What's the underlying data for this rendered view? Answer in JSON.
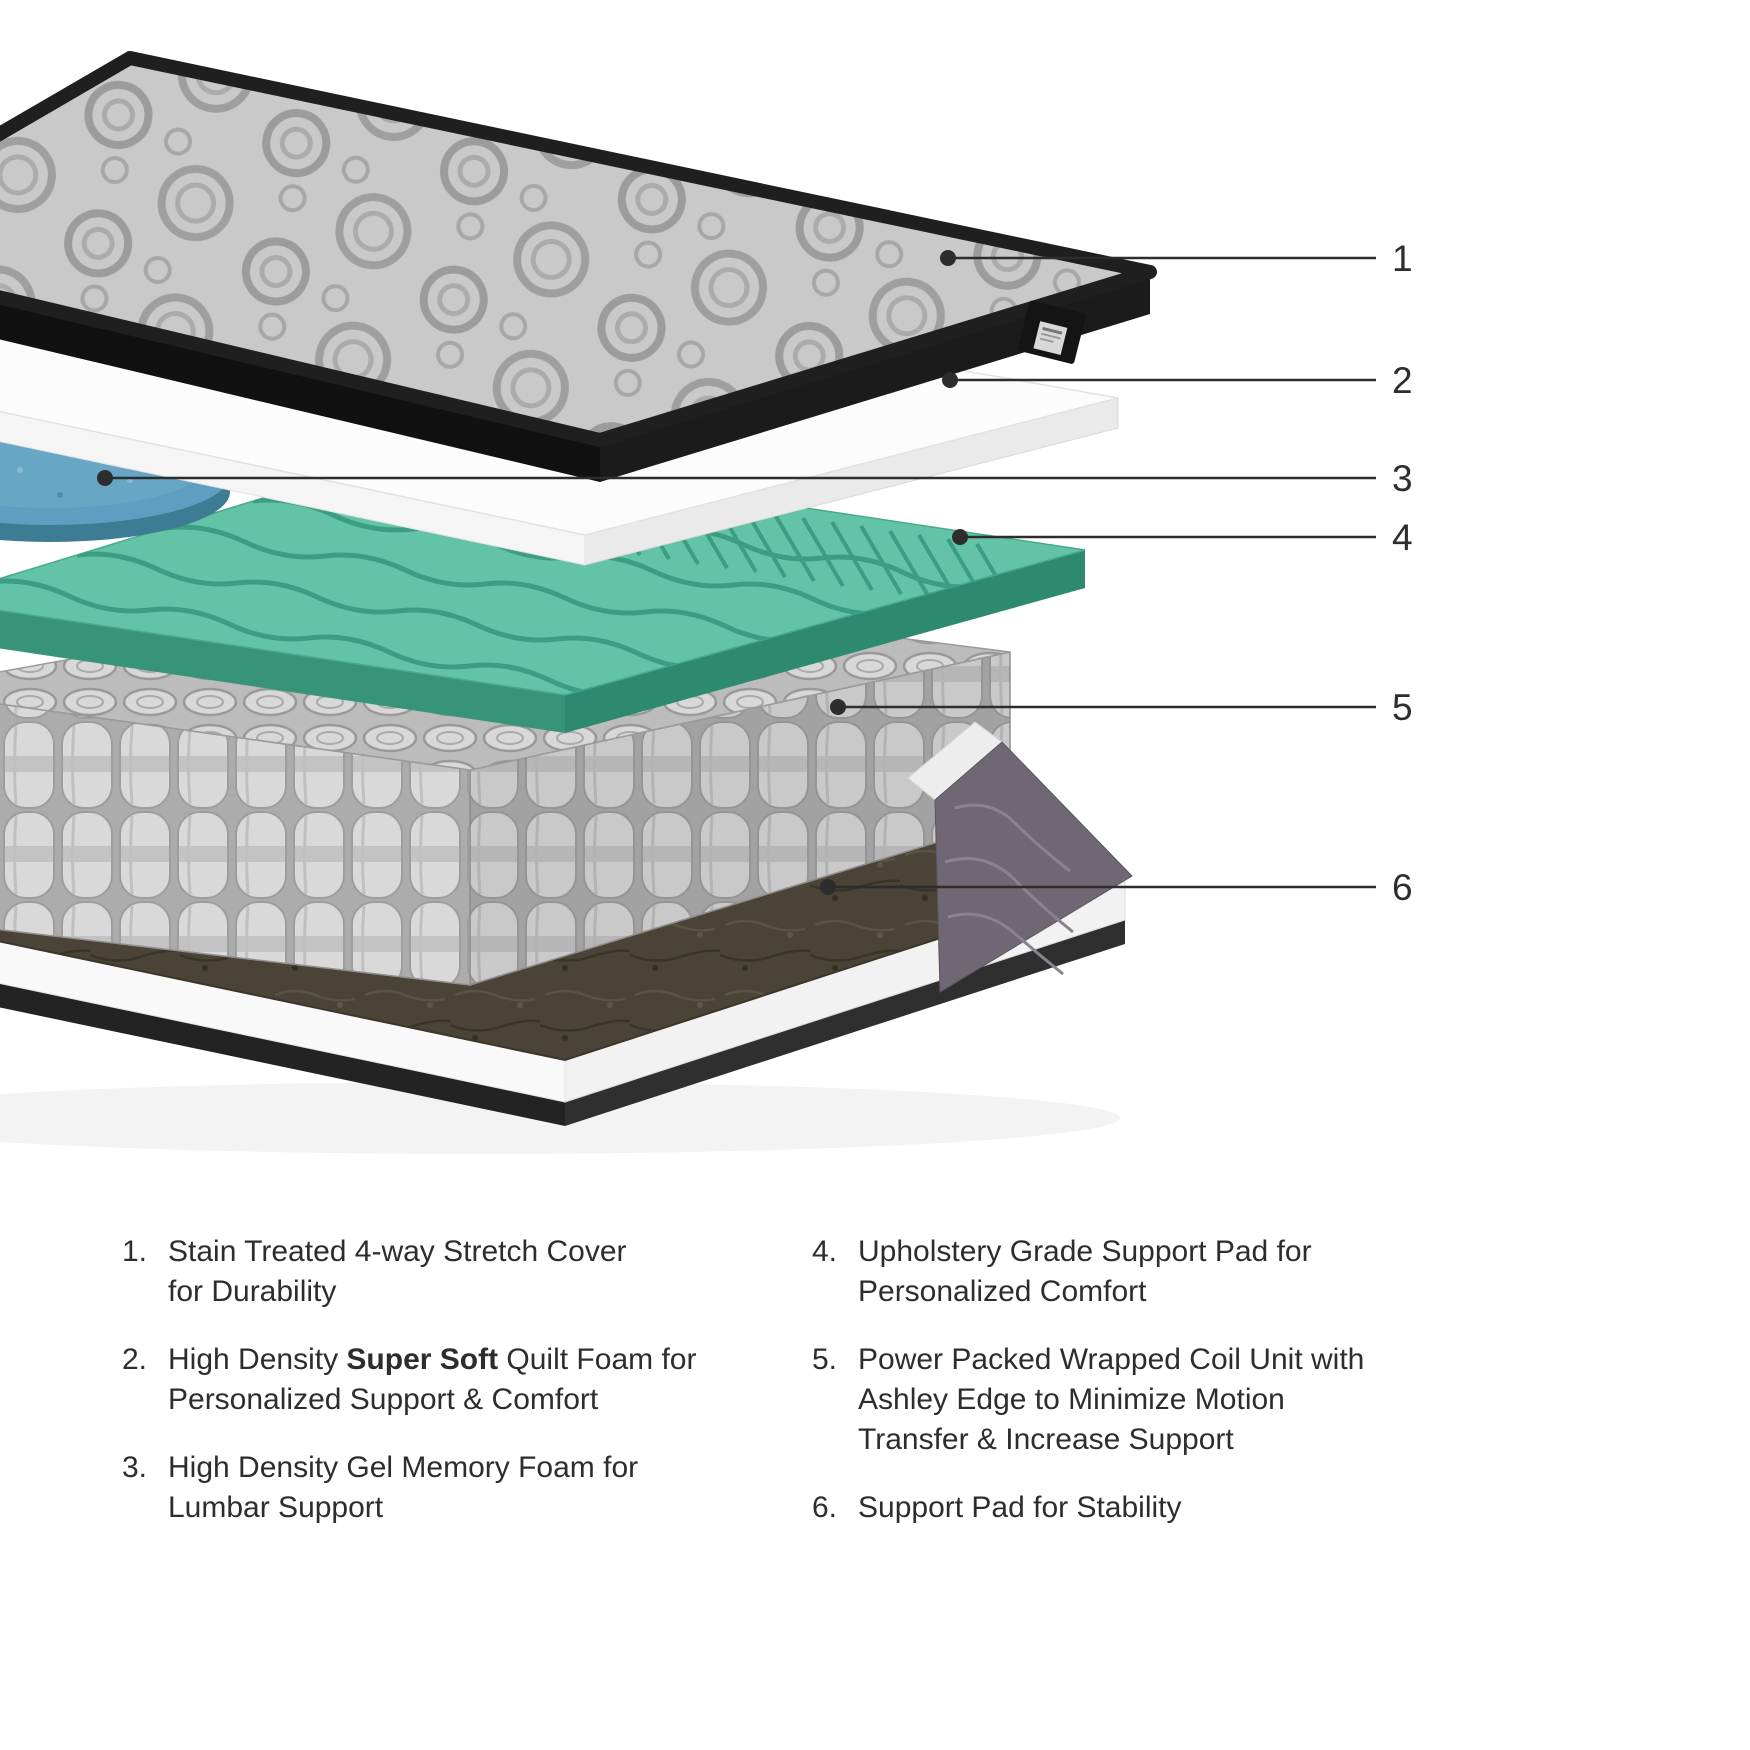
{
  "title": "Mattress layers exploded diagram",
  "callouts": [
    "1",
    "2",
    "3",
    "4",
    "5",
    "6"
  ],
  "legend": {
    "left": [
      {
        "number": "1.",
        "text": "Stain Treated 4-way Stretch Cover\nfor Durability"
      },
      {
        "number": "2.",
        "parts": [
          "High Density ",
          "Super Soft",
          " Quilt Foam for\nPersonalized Support & Comfort"
        ]
      },
      {
        "number": "3.",
        "text": "High Density Gel Memory Foam for\nLumbar Support"
      }
    ],
    "right": [
      {
        "number": "4.",
        "text": "Upholstery Grade Support Pad for\nPersonalized Comfort"
      },
      {
        "number": "5.",
        "text": "Power Packed Wrapped Coil Unit with\nAshley Edge to Minimize Motion\nTransfer & Increase Support"
      },
      {
        "number": "6.",
        "text": "Support Pad for Stability"
      }
    ]
  },
  "layers": [
    {
      "id": 1,
      "name": "stain-treated-stretch-cover"
    },
    {
      "id": 2,
      "name": "super-soft-quilt-foam"
    },
    {
      "id": 3,
      "name": "gel-memory-foam"
    },
    {
      "id": 4,
      "name": "upholstery-grade-support-pad"
    },
    {
      "id": 5,
      "name": "power-packed-wrapped-coil-unit"
    },
    {
      "id": 6,
      "name": "support-pad-base"
    }
  ],
  "colors": {
    "callout": "#2d2d2d",
    "gel_foam_blue": "#5f9ec0",
    "support_pad_teal": "#62c3a6",
    "cover_gray": "#c9c9c9",
    "coil_gray": "#d9d9d9",
    "corner_fabric": "#6f6773"
  }
}
